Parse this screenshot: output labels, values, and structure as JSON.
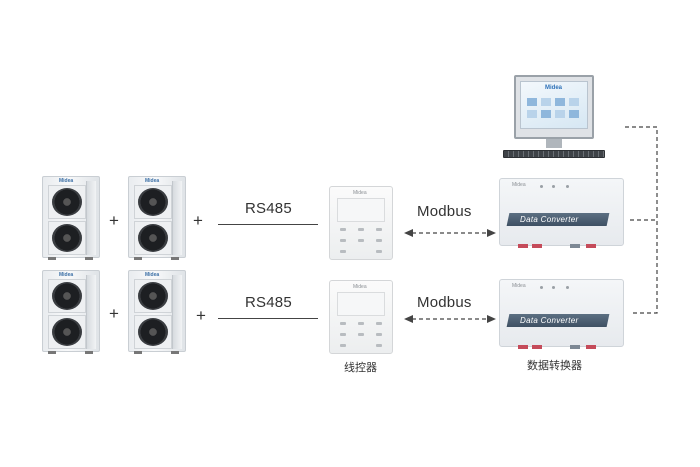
{
  "brand": "Midea",
  "row1": {
    "protocol_left": "RS485",
    "protocol_right": "Modbus"
  },
  "row2": {
    "protocol_left": "RS485",
    "protocol_right": "Modbus"
  },
  "plus_symbol": "+",
  "converter_label": "Data Converter",
  "captions": {
    "controller": "线控器",
    "converter": "数据转换器"
  },
  "colors": {
    "line": "#444444",
    "converter_band": "#4a5c6e"
  },
  "icons": [
    "outdoor-unit",
    "wired-controller",
    "data-converter",
    "computer-workstation"
  ]
}
